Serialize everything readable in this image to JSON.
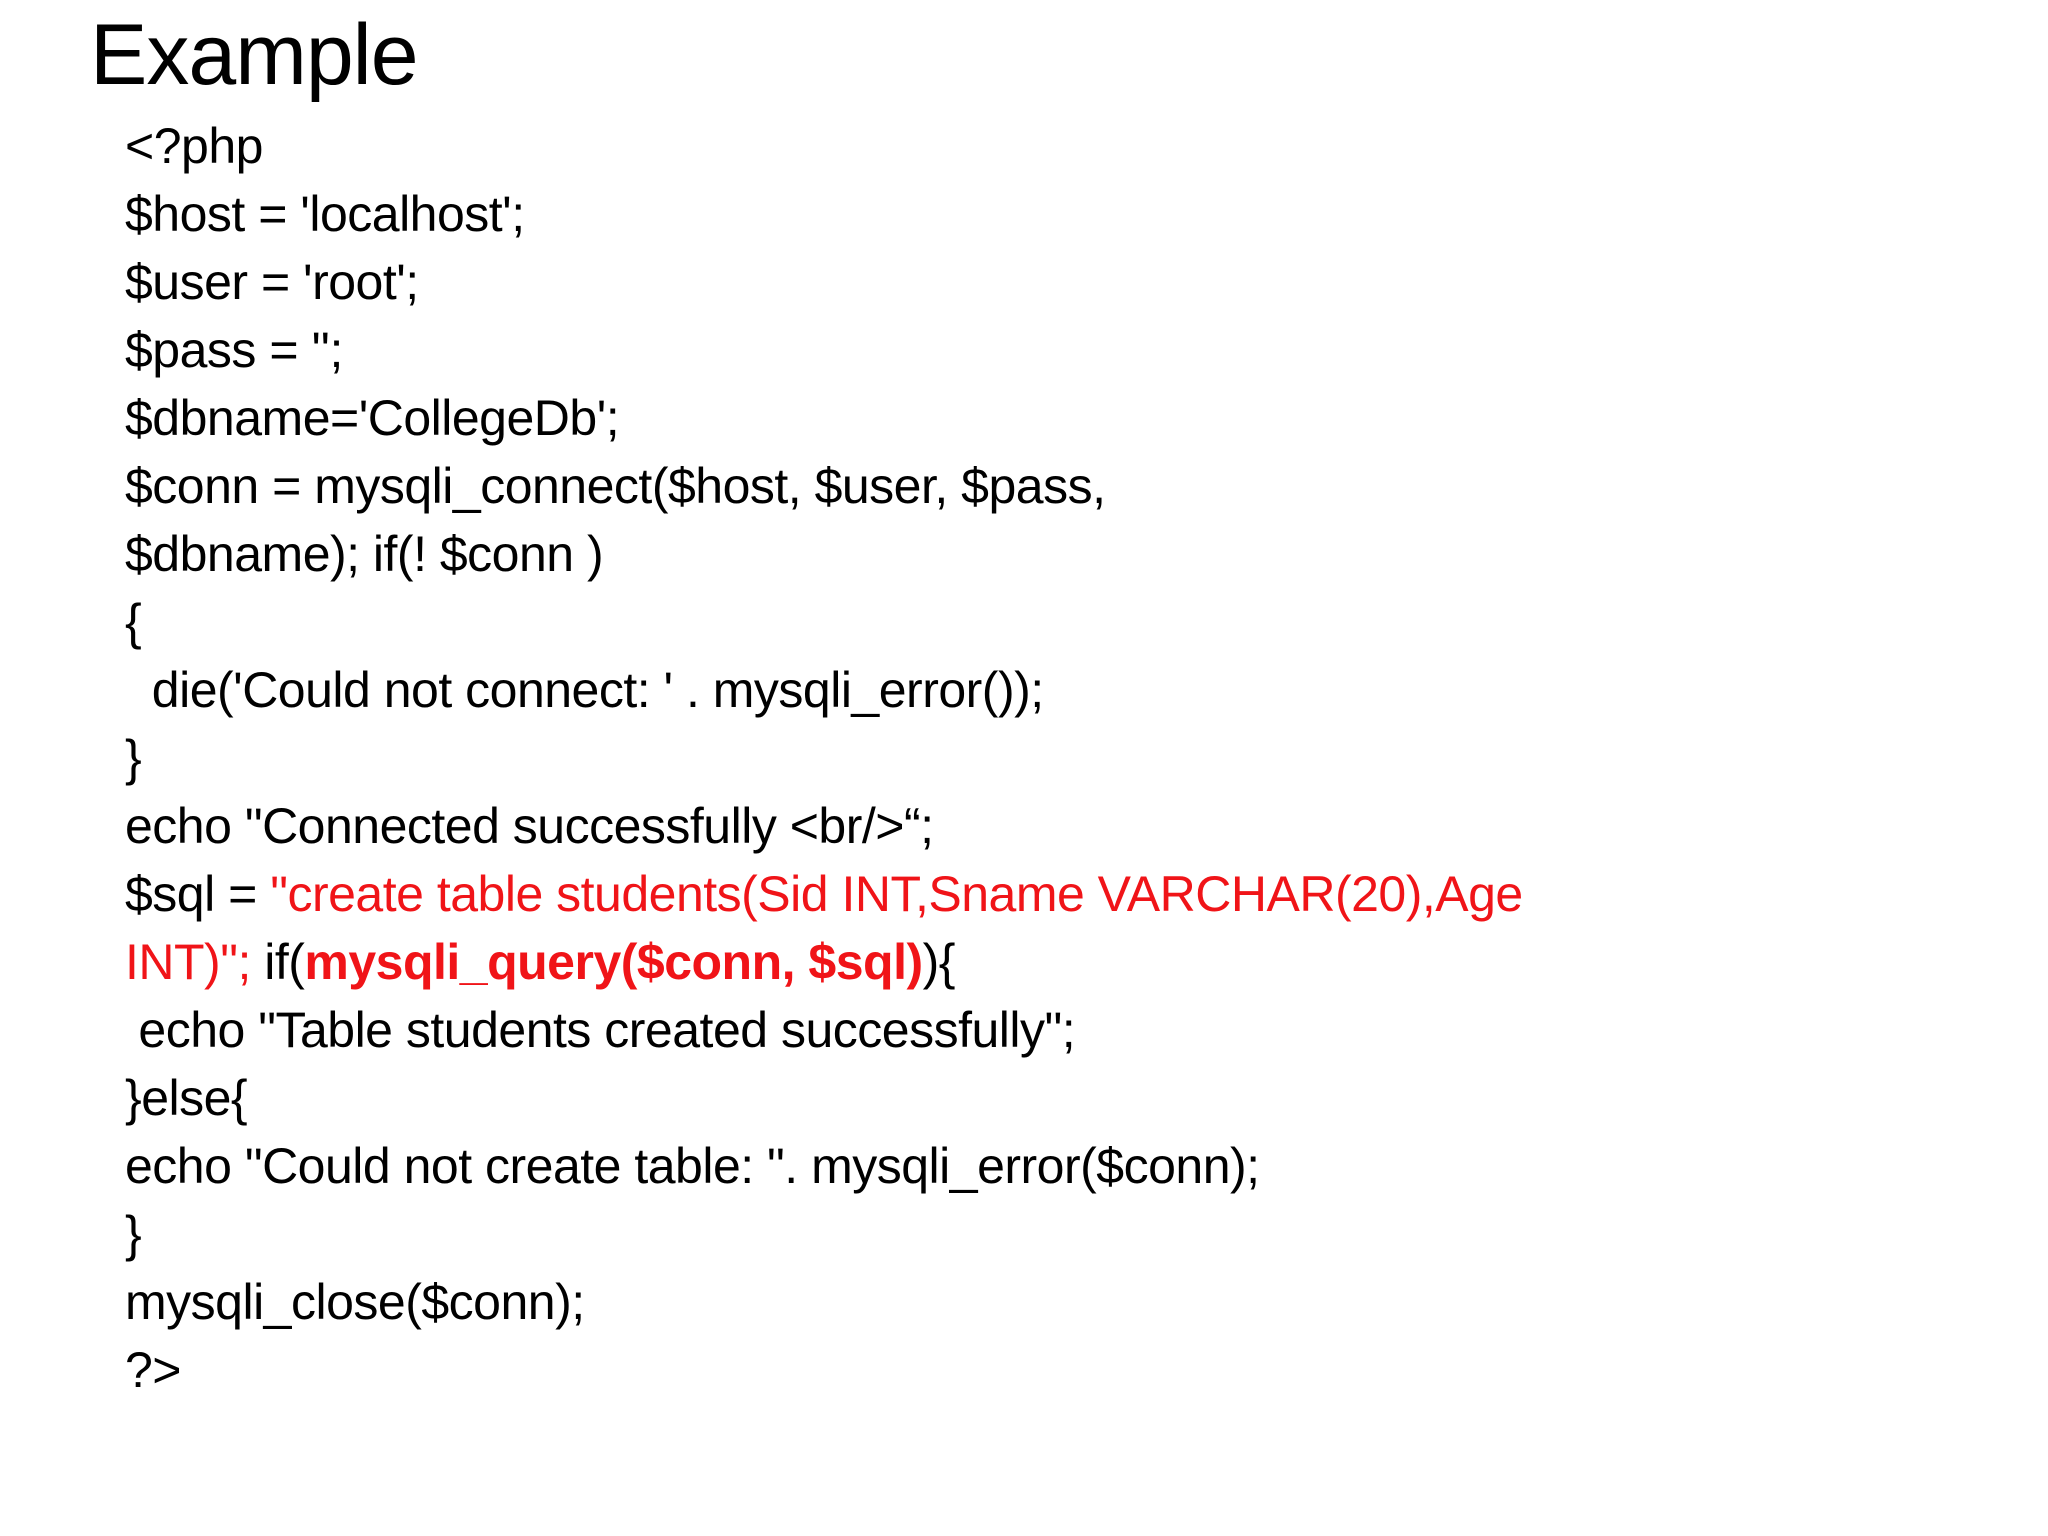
{
  "slide": {
    "title": "Example",
    "code_lines": [
      {
        "segments": [
          {
            "text": "<?php",
            "style": "plain"
          }
        ]
      },
      {
        "segments": [
          {
            "text": "$host = 'localhost';",
            "style": "plain"
          }
        ]
      },
      {
        "segments": [
          {
            "text": "$user = 'root';",
            "style": "plain"
          }
        ]
      },
      {
        "segments": [
          {
            "text": "$pass = '';",
            "style": "plain"
          }
        ]
      },
      {
        "segments": [
          {
            "text": "$dbname='CollegeDb';",
            "style": "plain"
          }
        ]
      },
      {
        "segments": [
          {
            "text": "$conn = mysqli_connect($host, $user, $pass,",
            "style": "plain"
          }
        ]
      },
      {
        "segments": [
          {
            "text": "$dbname); if(! $conn )",
            "style": "plain"
          }
        ]
      },
      {
        "segments": [
          {
            "text": "{",
            "style": "plain"
          }
        ]
      },
      {
        "segments": [
          {
            "text": "  die('Could not connect: ' . mysqli_error());",
            "style": "plain"
          }
        ]
      },
      {
        "segments": [
          {
            "text": "}",
            "style": "plain"
          }
        ]
      },
      {
        "segments": [
          {
            "text": "echo \"Connected successfully <br/>“;",
            "style": "plain"
          }
        ]
      },
      {
        "segments": [
          {
            "text": "$sql = ",
            "style": "plain"
          },
          {
            "text": "\"create table students(Sid INT,Sname VARCHAR(20),Age",
            "style": "red"
          }
        ]
      },
      {
        "segments": [
          {
            "text": "INT)\";",
            "style": "red"
          },
          {
            "text": " if(",
            "style": "plain"
          },
          {
            "text": "mysqli_query($conn, $sql)",
            "style": "redBold"
          },
          {
            "text": "){",
            "style": "plain"
          }
        ]
      },
      {
        "segments": [
          {
            "text": " echo \"Table students created successfully\";",
            "style": "plain"
          }
        ]
      },
      {
        "segments": [
          {
            "text": "}else{",
            "style": "plain"
          }
        ]
      },
      {
        "segments": [
          {
            "text": "echo \"Could not create table: \". mysqli_error($conn);",
            "style": "plain"
          }
        ]
      },
      {
        "segments": [
          {
            "text": "}",
            "style": "plain"
          }
        ]
      },
      {
        "segments": [
          {
            "text": "mysqli_close($conn);",
            "style": "plain"
          }
        ]
      },
      {
        "segments": [
          {
            "text": "?>",
            "style": "plain"
          }
        ]
      }
    ]
  },
  "colors": {
    "background": "#FFFFFF",
    "code_black": "#000000",
    "code_red": "#F01418"
  }
}
